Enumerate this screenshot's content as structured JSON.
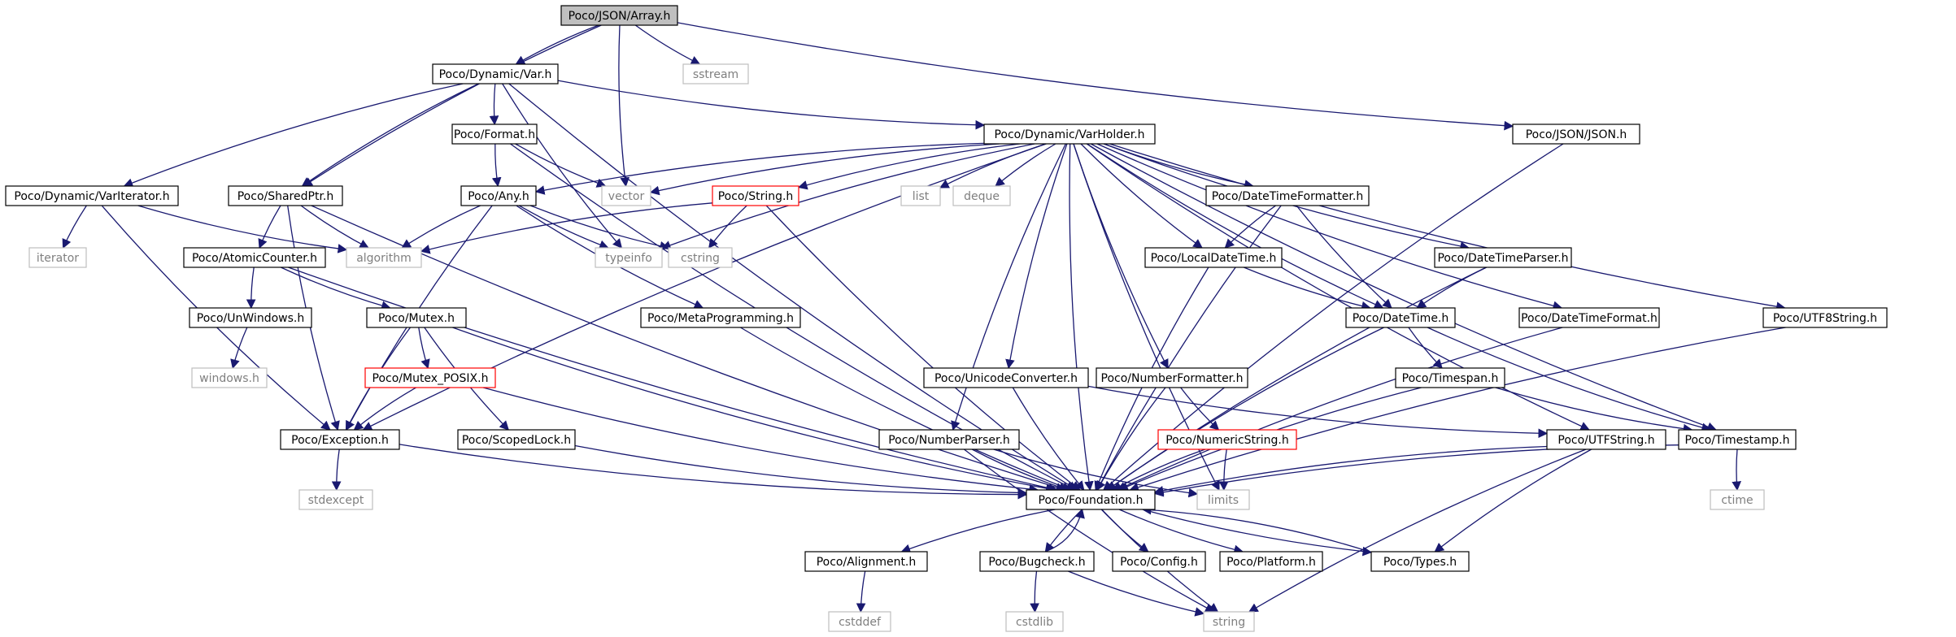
{
  "diagram": {
    "colors": {
      "edge": "#191970",
      "root_fill": "#bfbfbf",
      "normal_border": "#000000",
      "external_border": "#bfbfbf",
      "external_text": "#7f7f7f",
      "truncated_border": "#ff0000"
    },
    "nodes": [
      {
        "id": "root",
        "label": "Poco/JSON/Array.h",
        "kind": "root"
      },
      {
        "id": "var",
        "label": "Poco/Dynamic/Var.h",
        "kind": "normal"
      },
      {
        "id": "sharedptr",
        "label": "Poco/SharedPtr.h",
        "kind": "normal"
      },
      {
        "id": "vector",
        "label": "vector",
        "kind": "external"
      },
      {
        "id": "sstream",
        "label": "sstream",
        "kind": "external"
      },
      {
        "id": "jsonh",
        "label": "Poco/JSON/JSON.h",
        "kind": "normal"
      },
      {
        "id": "format",
        "label": "Poco/Format.h",
        "kind": "normal"
      },
      {
        "id": "varholder",
        "label": "Poco/Dynamic/VarHolder.h",
        "kind": "normal"
      },
      {
        "id": "variterator",
        "label": "Poco/Dynamic/VarIterator.h",
        "kind": "normal"
      },
      {
        "id": "any",
        "label": "Poco/Any.h",
        "kind": "normal"
      },
      {
        "id": "string",
        "label": "Poco/String.h",
        "kind": "truncated"
      },
      {
        "id": "list",
        "label": "list",
        "kind": "external"
      },
      {
        "id": "deque",
        "label": "deque",
        "kind": "external"
      },
      {
        "id": "dtformatter",
        "label": "Poco/DateTimeFormatter.h",
        "kind": "normal"
      },
      {
        "id": "iterator",
        "label": "iterator",
        "kind": "external"
      },
      {
        "id": "algorithm",
        "label": "algorithm",
        "kind": "external"
      },
      {
        "id": "typeinfo",
        "label": "typeinfo",
        "kind": "external"
      },
      {
        "id": "cstring",
        "label": "cstring",
        "kind": "external"
      },
      {
        "id": "atomic",
        "label": "Poco/AtomicCounter.h",
        "kind": "normal"
      },
      {
        "id": "localdt",
        "label": "Poco/LocalDateTime.h",
        "kind": "normal"
      },
      {
        "id": "dtparser",
        "label": "Poco/DateTimeParser.h",
        "kind": "normal"
      },
      {
        "id": "unwindows",
        "label": "Poco/UnWindows.h",
        "kind": "normal"
      },
      {
        "id": "mutex",
        "label": "Poco/Mutex.h",
        "kind": "normal"
      },
      {
        "id": "metaprog",
        "label": "Poco/MetaProgramming.h",
        "kind": "normal"
      },
      {
        "id": "datetime",
        "label": "Poco/DateTime.h",
        "kind": "normal"
      },
      {
        "id": "dtformat",
        "label": "Poco/DateTimeFormat.h",
        "kind": "normal"
      },
      {
        "id": "utf8",
        "label": "Poco/UTF8String.h",
        "kind": "normal"
      },
      {
        "id": "windows",
        "label": "windows.h",
        "kind": "external"
      },
      {
        "id": "mutexposix",
        "label": "Poco/Mutex_POSIX.h",
        "kind": "truncated"
      },
      {
        "id": "unicodeconv",
        "label": "Poco/UnicodeConverter.h",
        "kind": "normal"
      },
      {
        "id": "numformatter",
        "label": "Poco/NumberFormatter.h",
        "kind": "normal"
      },
      {
        "id": "timespan",
        "label": "Poco/Timespan.h",
        "kind": "normal"
      },
      {
        "id": "exception",
        "label": "Poco/Exception.h",
        "kind": "normal"
      },
      {
        "id": "scopedlock",
        "label": "Poco/ScopedLock.h",
        "kind": "normal"
      },
      {
        "id": "numparser",
        "label": "Poco/NumberParser.h",
        "kind": "normal"
      },
      {
        "id": "numericstring",
        "label": "Poco/NumericString.h",
        "kind": "truncated"
      },
      {
        "id": "utfstring",
        "label": "Poco/UTFString.h",
        "kind": "normal"
      },
      {
        "id": "timestamp",
        "label": "Poco/Timestamp.h",
        "kind": "normal"
      },
      {
        "id": "stdexcept",
        "label": "stdexcept",
        "kind": "external"
      },
      {
        "id": "foundation",
        "label": "Poco/Foundation.h",
        "kind": "normal"
      },
      {
        "id": "limits",
        "label": "limits",
        "kind": "external"
      },
      {
        "id": "ctime",
        "label": "ctime",
        "kind": "external"
      },
      {
        "id": "alignment",
        "label": "Poco/Alignment.h",
        "kind": "normal"
      },
      {
        "id": "bugcheck",
        "label": "Poco/Bugcheck.h",
        "kind": "normal"
      },
      {
        "id": "config",
        "label": "Poco/Config.h",
        "kind": "normal"
      },
      {
        "id": "platform",
        "label": "Poco/Platform.h",
        "kind": "normal"
      },
      {
        "id": "types",
        "label": "Poco/Types.h",
        "kind": "normal"
      },
      {
        "id": "cstddef",
        "label": "cstddef",
        "kind": "external"
      },
      {
        "id": "cstdlib",
        "label": "cstdlib",
        "kind": "external"
      },
      {
        "id": "stdstring",
        "label": "string",
        "kind": "external"
      }
    ],
    "edges": [
      [
        "root",
        "var"
      ],
      [
        "root",
        "sharedptr"
      ],
      [
        "root",
        "vector"
      ],
      [
        "root",
        "sstream"
      ],
      [
        "root",
        "jsonh"
      ],
      [
        "var",
        "format"
      ],
      [
        "var",
        "varholder"
      ],
      [
        "var",
        "variterator"
      ],
      [
        "var",
        "sharedptr"
      ],
      [
        "var",
        "typeinfo"
      ],
      [
        "var",
        "foundation"
      ],
      [
        "format",
        "vector"
      ],
      [
        "format",
        "any"
      ],
      [
        "format",
        "foundation"
      ],
      [
        "varholder",
        "vector"
      ],
      [
        "varholder",
        "any"
      ],
      [
        "varholder",
        "string"
      ],
      [
        "varholder",
        "list"
      ],
      [
        "varholder",
        "deque"
      ],
      [
        "varholder",
        "dtformatter"
      ],
      [
        "varholder",
        "localdt"
      ],
      [
        "varholder",
        "dtparser"
      ],
      [
        "varholder",
        "datetime"
      ],
      [
        "varholder",
        "dtformat"
      ],
      [
        "varholder",
        "utf8"
      ],
      [
        "varholder",
        "utfstring"
      ],
      [
        "varholder",
        "timestamp"
      ],
      [
        "varholder",
        "unicodeconv"
      ],
      [
        "varholder",
        "numformatter"
      ],
      [
        "varholder",
        "numparser"
      ],
      [
        "varholder",
        "typeinfo"
      ],
      [
        "varholder",
        "exception"
      ],
      [
        "varholder",
        "foundation"
      ],
      [
        "varholder",
        "limits"
      ],
      [
        "jsonh",
        "foundation"
      ],
      [
        "variterator",
        "iterator"
      ],
      [
        "variterator",
        "algorithm"
      ],
      [
        "variterator",
        "exception"
      ],
      [
        "sharedptr",
        "atomic"
      ],
      [
        "sharedptr",
        "algorithm"
      ],
      [
        "sharedptr",
        "exception"
      ],
      [
        "sharedptr",
        "foundation"
      ],
      [
        "any",
        "algorithm"
      ],
      [
        "any",
        "typeinfo"
      ],
      [
        "any",
        "cstring"
      ],
      [
        "any",
        "metaprog"
      ],
      [
        "any",
        "exception"
      ],
      [
        "string",
        "algorithm"
      ],
      [
        "string",
        "cstring"
      ],
      [
        "string",
        "foundation"
      ],
      [
        "dtformatter",
        "localdt"
      ],
      [
        "dtformatter",
        "datetime"
      ],
      [
        "dtformatter",
        "foundation"
      ],
      [
        "atomic",
        "unwindows"
      ],
      [
        "atomic",
        "mutex"
      ],
      [
        "atomic",
        "foundation"
      ],
      [
        "localdt",
        "datetime"
      ],
      [
        "localdt",
        "foundation"
      ],
      [
        "dtparser",
        "datetime"
      ],
      [
        "dtparser",
        "foundation"
      ],
      [
        "unwindows",
        "windows"
      ],
      [
        "mutex",
        "mutexposix"
      ],
      [
        "mutex",
        "scopedlock"
      ],
      [
        "mutex",
        "exception"
      ],
      [
        "mutex",
        "foundation"
      ],
      [
        "metaprog",
        "foundation"
      ],
      [
        "datetime",
        "timespan"
      ],
      [
        "datetime",
        "timestamp"
      ],
      [
        "datetime",
        "foundation"
      ],
      [
        "dtformat",
        "foundation"
      ],
      [
        "utf8",
        "foundation"
      ],
      [
        "mutexposix",
        "exception"
      ],
      [
        "mutexposix",
        "foundation"
      ],
      [
        "unicodeconv",
        "utfstring"
      ],
      [
        "unicodeconv",
        "foundation"
      ],
      [
        "numformatter",
        "numericstring"
      ],
      [
        "numformatter",
        "foundation"
      ],
      [
        "timespan",
        "timestamp"
      ],
      [
        "timespan",
        "foundation"
      ],
      [
        "exception",
        "stdexcept"
      ],
      [
        "exception",
        "foundation"
      ],
      [
        "scopedlock",
        "foundation"
      ],
      [
        "numparser",
        "limits"
      ],
      [
        "numparser",
        "stdstring"
      ],
      [
        "numparser",
        "foundation"
      ],
      [
        "numericstring",
        "limits"
      ],
      [
        "numericstring",
        "foundation"
      ],
      [
        "utfstring",
        "types"
      ],
      [
        "utfstring",
        "stdstring"
      ],
      [
        "utfstring",
        "foundation"
      ],
      [
        "timestamp",
        "ctime"
      ],
      [
        "timestamp",
        "foundation"
      ],
      [
        "foundation",
        "alignment"
      ],
      [
        "foundation",
        "bugcheck"
      ],
      [
        "foundation",
        "config"
      ],
      [
        "foundation",
        "platform"
      ],
      [
        "foundation",
        "types"
      ],
      [
        "foundation",
        "stdstring"
      ],
      [
        "alignment",
        "cstddef"
      ],
      [
        "bugcheck",
        "foundation"
      ],
      [
        "bugcheck",
        "cstdlib"
      ],
      [
        "bugcheck",
        "stdstring"
      ],
      [
        "types",
        "foundation"
      ]
    ]
  }
}
